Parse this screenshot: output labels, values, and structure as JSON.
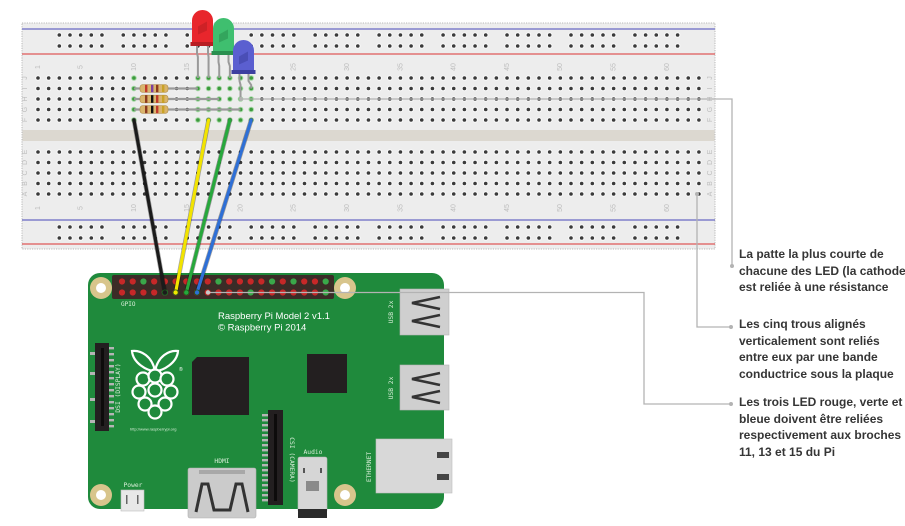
{
  "breadboard": {
    "row_letters_top": [
      "J",
      "I",
      "H",
      "G",
      "F"
    ],
    "row_letters_bottom": [
      "E",
      "D",
      "C",
      "B",
      "A"
    ],
    "column_labels": [
      "1",
      "5",
      "10",
      "15",
      "20",
      "25",
      "30",
      "35",
      "40",
      "45",
      "50",
      "55",
      "60"
    ],
    "highlight_color": "#3c9a3c",
    "rail_negative_color": "#6a6ac4",
    "rail_positive_color": "#e05a5a"
  },
  "leds": [
    {
      "name": "red",
      "color": "#e8262c",
      "dark": "#b81d22"
    },
    {
      "name": "green",
      "color": "#3fbf6f",
      "dark": "#2a8f4f"
    },
    {
      "name": "blue",
      "color": "#5b5fd0",
      "dark": "#3d40a0"
    }
  ],
  "wires": [
    {
      "name": "black",
      "color": "#1b1b1b"
    },
    {
      "name": "yellow",
      "color": "#f2e400"
    },
    {
      "name": "green",
      "color": "#27a83c"
    },
    {
      "name": "blue",
      "color": "#2e6fd6"
    }
  ],
  "pi": {
    "board_color": "#1f8a3c",
    "gpio_label": "GPIO",
    "model": "Raspberry Pi Model 2 v1.1",
    "copyright": "© Raspberry Pi 2014",
    "dsi_label": "DSI (DISPLAY)",
    "url": "http://www.raspberrypi.org",
    "registered": "®",
    "hdmi_label": "HDMI",
    "power_label": "Power",
    "csi_label": "CSI (CAMERA)",
    "audio_label": "Audio",
    "usb_labels": [
      "USB 2x",
      "USB 2x"
    ],
    "ethernet_label": "ETHERNET"
  },
  "callouts": [
    {
      "lines": [
        "La patte la plus courte de",
        "chacune des LED (la cathode)",
        "est reliée à une résistance"
      ]
    },
    {
      "lines": [
        "Les cinq trous alignés",
        "verticalement sont reliés",
        "entre eux par une bande",
        "conductrice sous la plaque"
      ]
    },
    {
      "lines": [
        "Les trois LED rouge, verte et",
        "bleue doivent être reliées",
        "respectivement aux broches",
        "11, 13 et 15 du Pi"
      ]
    }
  ]
}
